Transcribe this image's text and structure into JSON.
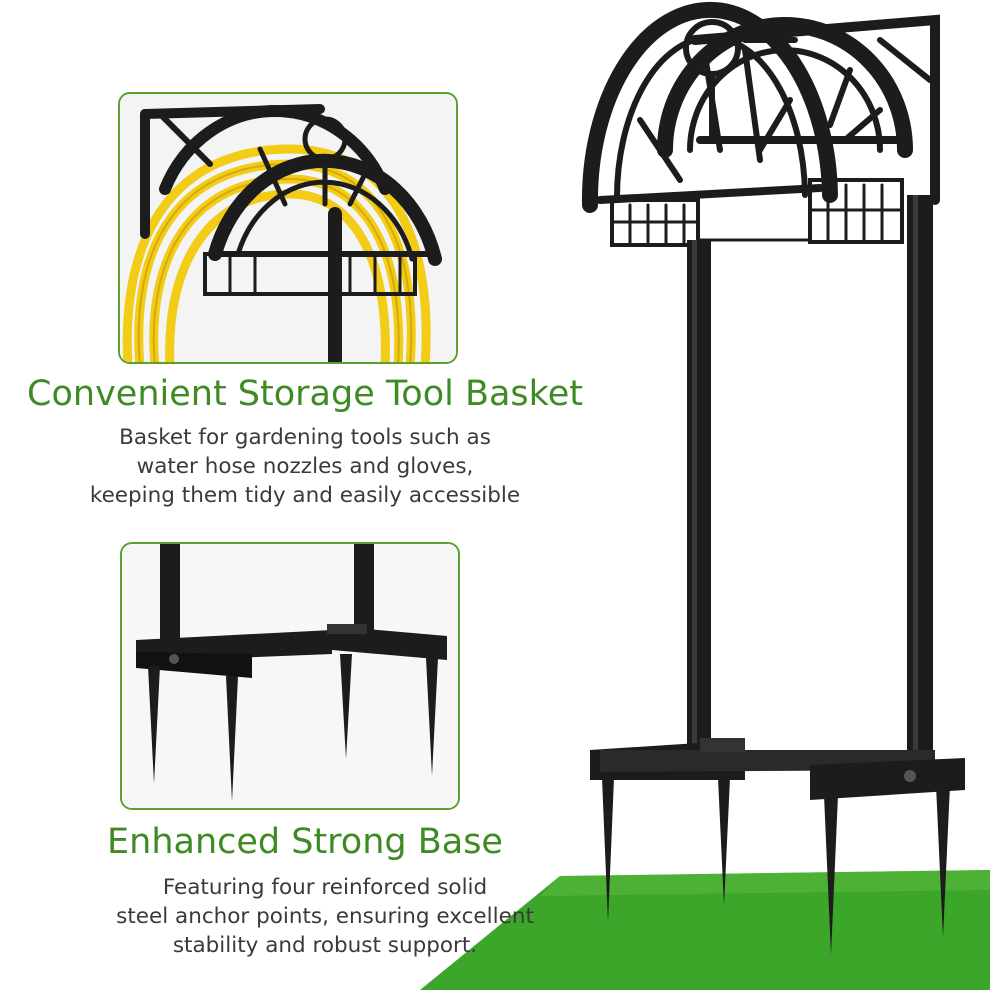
{
  "feature_1": {
    "title": "Convenient Storage Tool Basket",
    "lines": [
      "Basket for gardening tools such as",
      "water hose nozzles and gloves,",
      "keeping them tidy and easily accessible"
    ]
  },
  "feature_2": {
    "title": "Enhanced Strong Base",
    "lines": [
      "Featuring four reinforced solid",
      "steel anchor points, ensuring excellent",
      "stability and robust support."
    ]
  },
  "colors": {
    "heading_green": "#3d8b22",
    "frame_green": "#5aa132",
    "grass": "#3ca62a",
    "metal": "#1c1c1c",
    "hose": "#f2cc16"
  }
}
